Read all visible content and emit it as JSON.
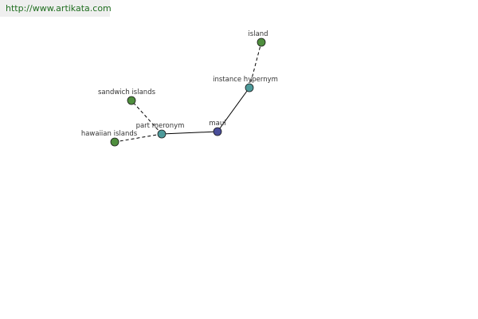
{
  "header": {
    "url_text": "http://www.artikata.com"
  },
  "colors": {
    "url_text": "#1f6e1f",
    "url_bg": "#efefef",
    "node_word": "#4a4e9a",
    "node_relation": "#4d9a9a",
    "node_term": "#4f8e3e"
  },
  "graph": {
    "nodes": [
      {
        "id": "maui",
        "label": "maui",
        "kind": "word"
      },
      {
        "id": "part_meronym",
        "label": "part meronym",
        "kind": "relation"
      },
      {
        "id": "instance_hypernym",
        "label": "instance hypernym",
        "kind": "relation"
      },
      {
        "id": "island",
        "label": "island",
        "kind": "term"
      },
      {
        "id": "sandwich_islands",
        "label": "sandwich islands",
        "kind": "term"
      },
      {
        "id": "hawaiian_islands",
        "label": "hawaiian islands",
        "kind": "term"
      }
    ],
    "edges": [
      {
        "from": "maui",
        "to": "part_meronym",
        "style": "solid"
      },
      {
        "from": "maui",
        "to": "instance_hypernym",
        "style": "solid"
      },
      {
        "from": "instance_hypernym",
        "to": "island",
        "style": "dashed"
      },
      {
        "from": "part_meronym",
        "to": "sandwich_islands",
        "style": "dashed"
      },
      {
        "from": "part_meronym",
        "to": "hawaiian_islands",
        "style": "dashed"
      }
    ]
  }
}
